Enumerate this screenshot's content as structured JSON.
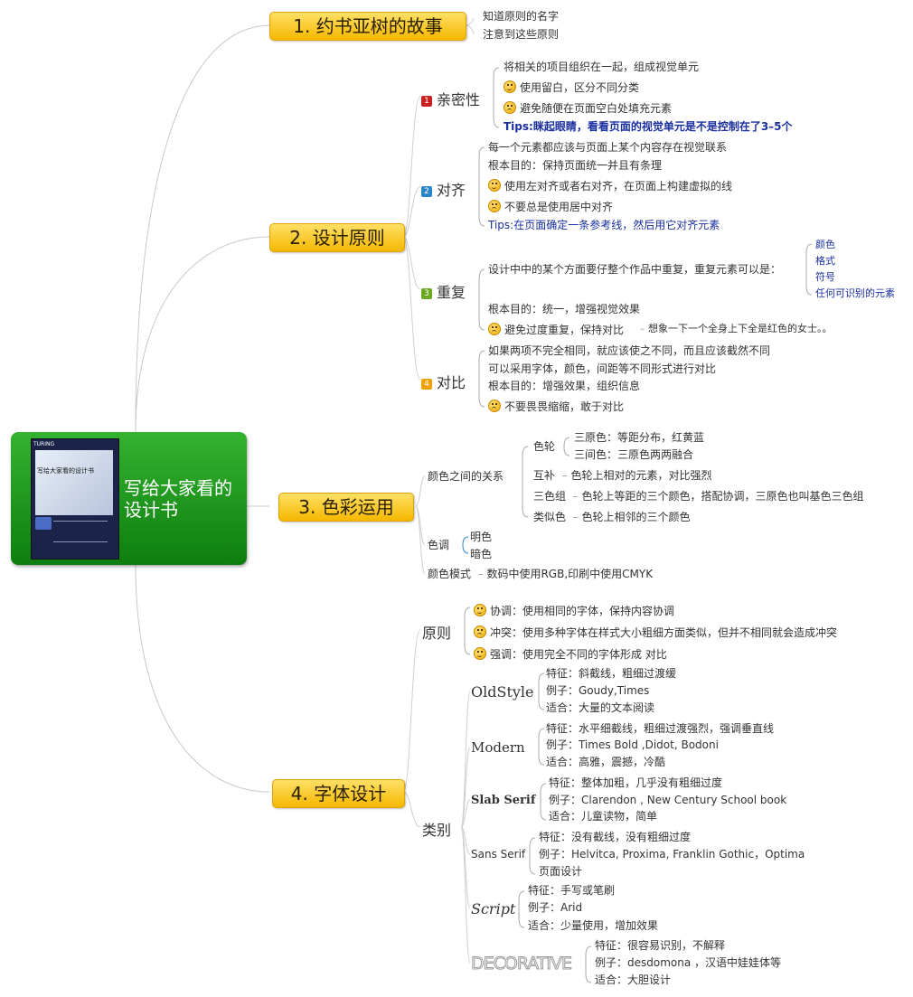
{
  "center": {
    "title": "写给大家看的设计书"
  },
  "colors": {
    "main_topic": "#f8c400",
    "center": "#1e8f1e",
    "num1": "#cc2020",
    "num2": "#2a86c8",
    "num3": "#6aa820",
    "num4": "#f0a000",
    "tips": "#1a2fa0"
  },
  "b1": {
    "label": "1. 约书亚树的故事",
    "items": [
      "知道原则的名字",
      "注意到这些原则"
    ]
  },
  "b2": {
    "label": "2. 设计原则",
    "proximity": {
      "num": "1",
      "label": "亲密性",
      "items": [
        "将相关的项目组织在一起，组成视觉单元",
        "使用留白，区分不同分类",
        "避免随便在页面空白处填充元素",
        "Tips:眯起眼睛，看看页面的视觉单元是不是控制在了3–5个"
      ]
    },
    "alignment": {
      "num": "2",
      "label": "对齐",
      "items": [
        "每一个元素都应该与页面上某个内容存在视觉联系",
        "根本目的：保持页面统一并且有条理",
        "使用左对齐或者右对齐，在页面上构建虚拟的线",
        "不要总是使用居中对齐",
        "Tips:在页面确定一条参考线，然后用它对齐元素"
      ]
    },
    "repetition": {
      "num": "3",
      "label": "重复",
      "items": [
        "设计中中的某个方面要仔整个作品中重复，重复元素可以是：",
        "根本目的：统一，增强视觉效果",
        "避免过度重复，保持对比",
        "想象一下一个全身上下全是红色的女士。。"
      ],
      "elements": [
        "颜色",
        "格式",
        "符号",
        "任何可识别的元素"
      ]
    },
    "contrast": {
      "num": "4",
      "label": "对比",
      "items": [
        "如果两项不完全相同，就应该使之不同，而且应该截然不同",
        "可以采用字体，颜色，间距等不同形式进行对比",
        "根本目的：增强效果，组织信息",
        "不要畏畏缩缩，敢于对比"
      ]
    }
  },
  "b3": {
    "label": "3. 色彩运用",
    "relation": {
      "label": "颜色之间的关系",
      "wheel": {
        "label": "色轮",
        "items": [
          "三原色：等距分布，红黄蓝",
          "三间色：三原色两两融合"
        ]
      },
      "complement": {
        "label": "互补",
        "desc": "色轮上相对的元素，对比强烈"
      },
      "triad": {
        "label": "三色组",
        "desc": "色轮上等距的三个颜色，搭配协调，三原色也叫基色三色组"
      },
      "analog": {
        "label": "类似色",
        "desc": "色轮上相邻的三个颜色"
      }
    },
    "tone": {
      "label": "色调",
      "items": [
        "明色",
        "暗色"
      ]
    },
    "mode": {
      "label": "颜色模式",
      "desc": "数码中使用RGB,印刷中使用CMYK"
    }
  },
  "b4": {
    "label": "4. 字体设计",
    "principle": {
      "label": "原则",
      "items": [
        "协调：使用相同的字体，保持内容协调",
        "冲突：使用多种字体在样式大小粗细方面类似，但并不相同就会造成冲突",
        "强调：使用完全不同的字体形成 对比"
      ]
    },
    "category": {
      "label": "类别",
      "oldstyle": {
        "label": "OldStyle",
        "items": [
          "特征：斜截线，粗细过渡缓",
          "例子：Goudy,Times",
          "适合：大量的文本阅读"
        ]
      },
      "modern": {
        "label": "Modern",
        "items": [
          "特征：水平细截线，粗细过渡强烈，强调垂直线",
          "例子：Times Bold ,Didot, Bodoni",
          "适合：高雅，震撼，冷酷"
        ]
      },
      "slab": {
        "label": "Slab Serif",
        "items": [
          "特征：整体加粗，几乎没有粗细过度",
          "例子：Clarendon , New  Century School book",
          "适合：儿童读物，简单"
        ]
      },
      "sans": {
        "label": "Sans Serif",
        "items": [
          "特征：没有截线，没有粗细过度",
          "例子：Helvitca, Proxima, Franklin Gothic，Optima",
          "页面设计"
        ]
      },
      "script": {
        "label": "Script",
        "items": [
          "特征：手写或笔刷",
          "例子：Arid",
          "适合：少量使用，增加效果"
        ]
      },
      "decorative": {
        "label": "DECORATIVE",
        "items": [
          "特征：很容易识别，不解释",
          "例子：desdomona ，汉语中娃娃体等",
          "适合：大胆设计"
        ]
      }
    }
  }
}
